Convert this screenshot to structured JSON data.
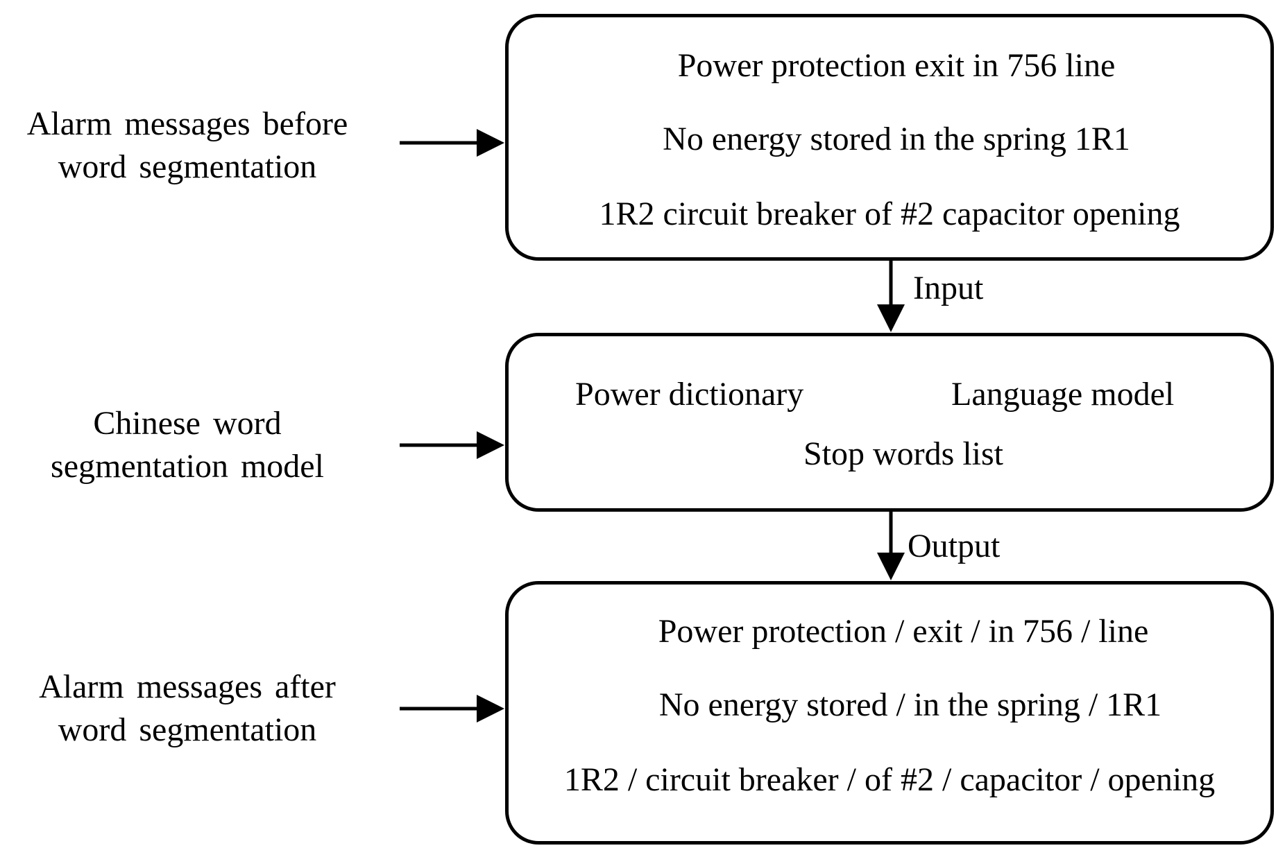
{
  "left_labels": {
    "before": [
      "Alarm messages before",
      "word segmentation"
    ],
    "model": [
      "Chinese word",
      "segmentation model"
    ],
    "after": [
      "Alarm messages after",
      "word segmentation"
    ]
  },
  "box_before": {
    "lines": [
      "Power protection exit in 756 line",
      "No energy stored in the spring 1R1",
      "1R2 circuit breaker of #2 capacitor opening"
    ]
  },
  "box_model": {
    "power_dictionary": "Power dictionary",
    "language_model": "Language model",
    "stop_words": "Stop words list"
  },
  "box_after": {
    "lines": [
      "Power protection / exit / in 756 / line",
      "No energy stored / in the spring / 1R1",
      "1R2 / circuit breaker / of #2 / capacitor / opening"
    ]
  },
  "connectors": {
    "input": "Input",
    "output": "Output"
  },
  "colors": {
    "stroke": "#000000",
    "background": "#ffffff"
  }
}
